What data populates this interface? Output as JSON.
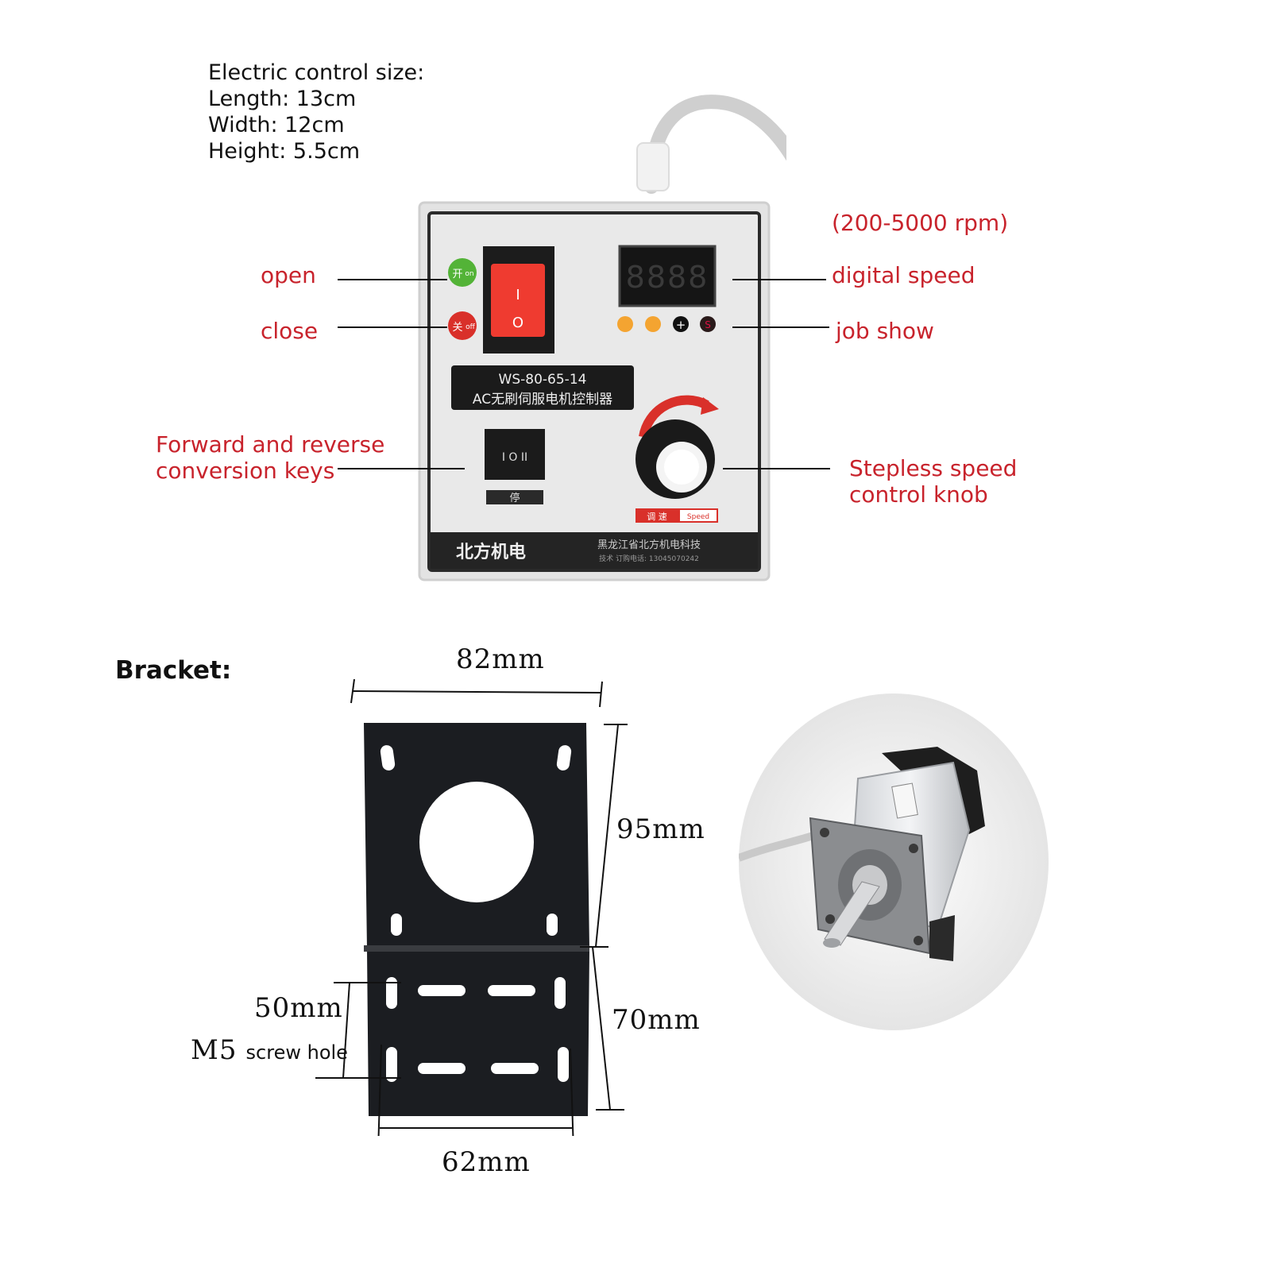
{
  "spec": {
    "title": "Electric control size:",
    "length": "Length: 13cm",
    "width": "Width: 12cm",
    "height": "Height: 5.5cm"
  },
  "callouts": {
    "rpm_range": "(200-5000 rpm)",
    "open": "open",
    "close": "close",
    "digital_speed": "digital speed",
    "job_show": "job show",
    "forward_reverse_line1": "Forward and reverse",
    "forward_reverse_line2": "conversion keys",
    "stepless_line1": "Stepless speed",
    "stepless_line2": "control knob"
  },
  "controller": {
    "display_value": "8888",
    "on_glyph": "开",
    "on_label": "on",
    "off_glyph": "关",
    "off_label": "off",
    "rocker_on": "I",
    "rocker_off": "O",
    "model": "WS-80-65-14",
    "model_desc": "AC无刷伺服电机控制器",
    "direction_switch": "I O II",
    "stop_label": "停",
    "speed_cn": "调 速",
    "speed_en": "Speed",
    "brand": "北方机电",
    "company": "黑龙江省北方机电科技",
    "contact": "技术 订购电话: 13045070242",
    "plus": "+",
    "minus": "S",
    "colors": {
      "panel": "#e9e9e9",
      "frame": "#2a2a2a",
      "led": "#ef3b30",
      "indicator": "#f4a431",
      "green": "#53b337",
      "red": "#d9302a"
    }
  },
  "bracket": {
    "title": "Bracket:",
    "dim_top": "82mm",
    "dim_upper_right": "95mm",
    "dim_lower_right": "70mm",
    "dim_left": "50mm",
    "screw_size": "M5",
    "screw_label": "screw hole",
    "dim_bottom": "62mm"
  }
}
